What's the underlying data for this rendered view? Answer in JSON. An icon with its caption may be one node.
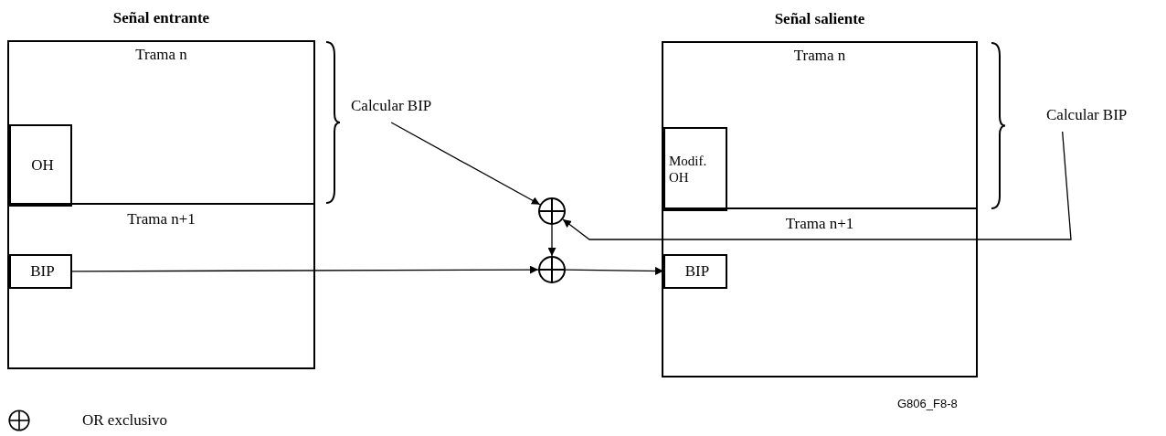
{
  "diagram": {
    "nodes": [
      {
        "text": [
          "Señal entrante"
        ]
      },
      {
        "text": [
          "Trama n"
        ],
        "in": 0
      },
      {
        "text": [
          "OH"
        ],
        "in": 1
      },
      {
        "text": [
          "Trama n+1"
        ],
        "in": 0
      },
      {
        "text": [
          "BIP"
        ],
        "in": 3
      },
      {
        "text": [
          "Señal saliente"
        ]
      },
      {
        "text": [
          "Trama n"
        ],
        "in": 5
      },
      {
        "text": [
          "Modif. OH"
        ],
        "in": 6
      },
      {
        "text": [
          "Trama n+1"
        ],
        "in": 5
      },
      {
        "text": [
          "BIP"
        ],
        "in": 8
      },
      {
        "text": [
          "Calcular BIP"
        ]
      },
      {
        "text": [
          "Calcular BIP"
        ]
      },
      {
        "text": [],
        "shape": "circle"
      },
      {
        "text": [],
        "shape": "circle"
      }
    ],
    "edges": [
      {
        "from": 10,
        "to": 12,
        "arrow": "to"
      },
      {
        "from": 11,
        "to": 12,
        "arrow": "to"
      },
      {
        "from": 12,
        "to": 13,
        "arrow": "to"
      },
      {
        "from": 4,
        "to": 13,
        "arrow": "to"
      },
      {
        "from": 13,
        "to": 9,
        "arrow": "to"
      }
    ],
    "labels": [
      "G806_F8-8"
    ],
    "legend": [
      {
        "text": "OR exclusivo"
      }
    ]
  }
}
